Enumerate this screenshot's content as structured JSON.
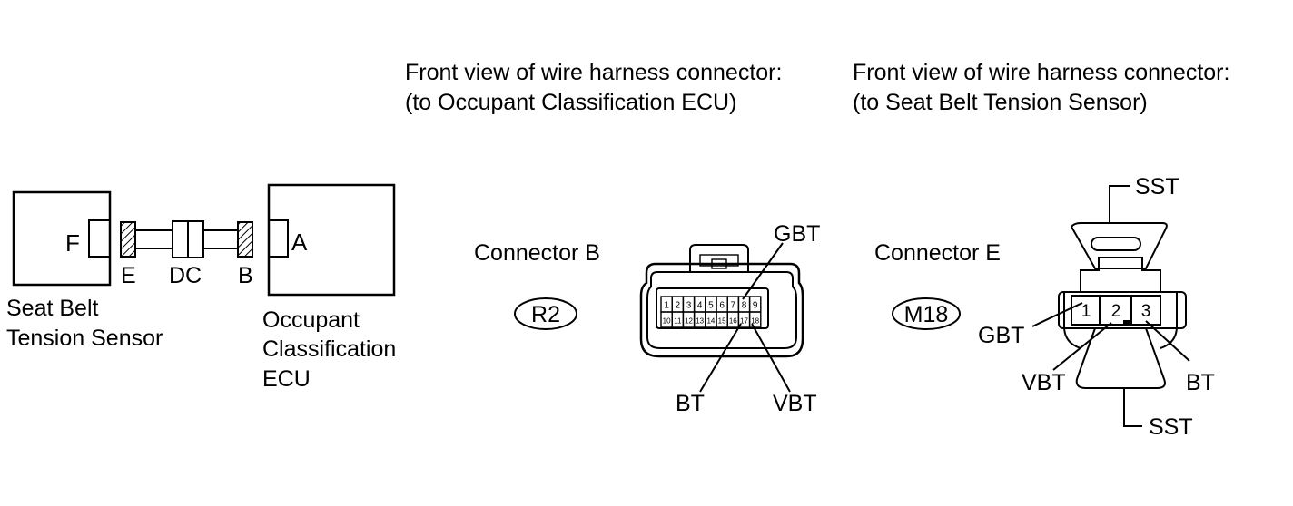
{
  "left_diagram": {
    "sensor_box_letter": "F",
    "ecu_box_letter": "A",
    "connector_labels": [
      "E",
      "DC",
      "B"
    ],
    "sensor_label": [
      "Seat Belt",
      "Tension Sensor"
    ],
    "ecu_label": [
      "Occupant",
      "Classification",
      "ECU"
    ]
  },
  "connector_b_view": {
    "caption": [
      "Front view of wire harness connector:",
      "(to Occupant Classification ECU)"
    ],
    "connector_name": "Connector B",
    "connector_code": "R2",
    "pins_row1": [
      "1",
      "2",
      "3",
      "4",
      "5",
      "6",
      "7",
      "8",
      "9"
    ],
    "pins_row2": [
      "10",
      "11",
      "12",
      "13",
      "14",
      "15",
      "16",
      "17",
      "18"
    ],
    "terminal_labels": {
      "top": "GBT",
      "bottom_left": "BT",
      "bottom_right": "VBT"
    }
  },
  "connector_e_view": {
    "caption": [
      "Front view of wire harness connector:",
      "(to Seat Belt Tension Sensor)"
    ],
    "connector_name": "Connector E",
    "connector_code": "M18",
    "pins": [
      "1",
      "2",
      "3"
    ],
    "terminal_labels": {
      "top": "SST",
      "left": "GBT",
      "bottom_left": "VBT",
      "bottom_right": "BT",
      "bottom": "SST"
    }
  }
}
